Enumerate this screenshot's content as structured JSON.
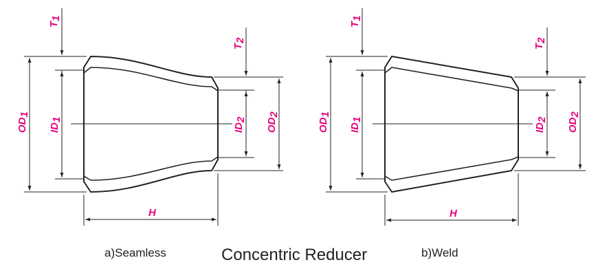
{
  "colors": {
    "label": "#e6007e",
    "line": "#222222"
  },
  "seamless": {
    "T1": "T",
    "T1_sub": "1",
    "T2": "T",
    "T2_sub": "2",
    "OD1": "OD",
    "OD1_sub": "1",
    "ID1": "ID",
    "ID1_sub": "1",
    "ID2": "ID",
    "ID2_sub": "2",
    "OD2": "OD",
    "OD2_sub": "2",
    "H": "H",
    "caption_letter": "a)",
    "caption_text": "Seamless"
  },
  "weld": {
    "T1": "T",
    "T1_sub": "1",
    "T2": "T",
    "T2_sub": "2",
    "OD1": "OD",
    "OD1_sub": "1",
    "ID1": "ID",
    "ID1_sub": "1",
    "ID2": "ID",
    "ID2_sub": "2",
    "OD2": "OD",
    "OD2_sub": "2",
    "H": "H",
    "caption_letter": "b)",
    "caption_text": "Weld"
  },
  "title": "Concentric Reducer"
}
